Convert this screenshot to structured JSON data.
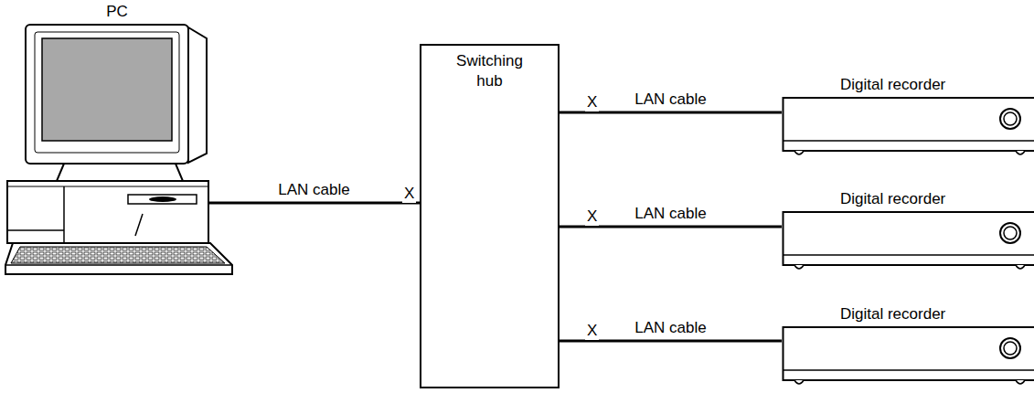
{
  "diagram": {
    "nodes": [
      {
        "text": [
          "PC"
        ]
      },
      {
        "text": [
          "Switching hub"
        ]
      },
      {
        "text": [
          "Digital recorder"
        ]
      },
      {
        "text": [
          "Digital recorder"
        ]
      },
      {
        "text": [
          "Digital recorder"
        ]
      }
    ],
    "edges": [
      {
        "from": 0,
        "to": 1,
        "arrow": "none",
        "label": "LAN cable"
      },
      {
        "from": 1,
        "to": 2,
        "arrow": "none",
        "label": "LAN cable"
      },
      {
        "from": 1,
        "to": 3,
        "arrow": "none",
        "label": "LAN cable"
      },
      {
        "from": 1,
        "to": 4,
        "arrow": "none",
        "label": "LAN cable"
      }
    ],
    "labels": [
      "X",
      "X",
      "X",
      "X"
    ]
  }
}
